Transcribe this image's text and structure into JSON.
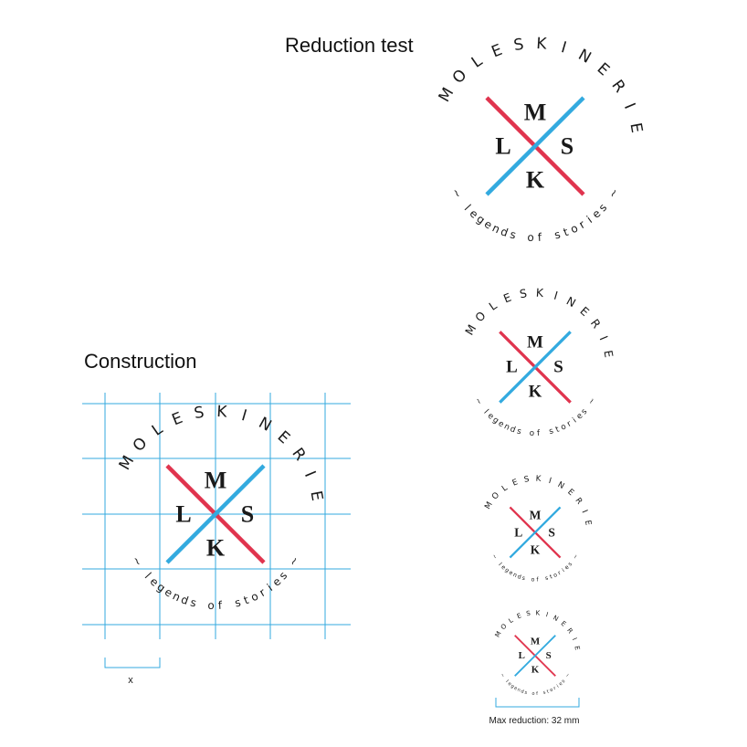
{
  "headings": {
    "reduction": "Reduction test",
    "construction": "Construction"
  },
  "logo": {
    "brand_letters": "MOLESKINERIE",
    "tagline": "~ legends of stories ~",
    "monogram": {
      "top": "M",
      "left": "L",
      "right": "S",
      "bottom": "K"
    }
  },
  "construction": {
    "unit_label": "x"
  },
  "reduction": {
    "caption": "Max reduction: 32 mm",
    "steps": 4
  },
  "colors": {
    "red": "#e0344e",
    "blue": "#33aadf",
    "grid": "#33aadf",
    "text": "#1a1a1a"
  }
}
